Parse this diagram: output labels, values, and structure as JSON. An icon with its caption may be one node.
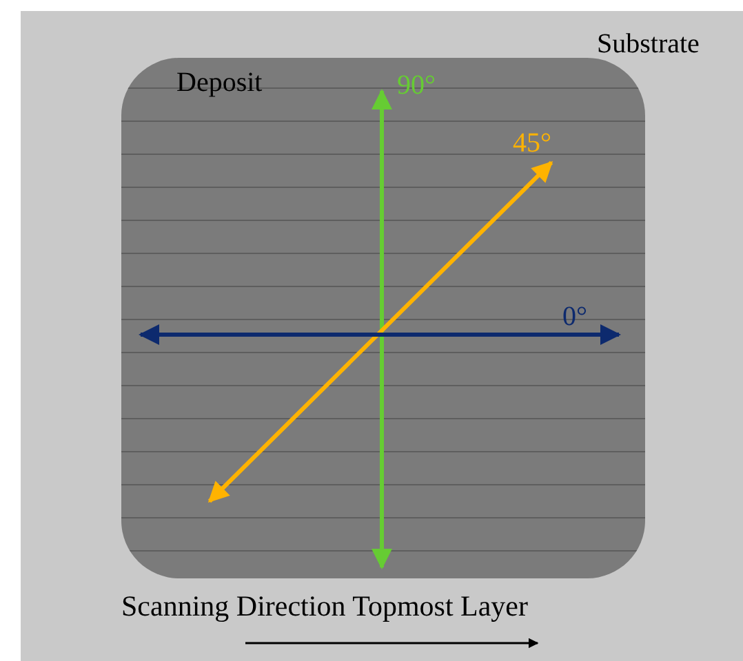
{
  "diagram": {
    "nodes": [
      {
        "text": [
          "Substrate"
        ]
      },
      {
        "text": [
          "Deposit"
        ],
        "in": 0
      }
    ],
    "labels": [
      "90°",
      "45°",
      "0°",
      "Scanning Direction Topmost Layer"
    ]
  }
}
